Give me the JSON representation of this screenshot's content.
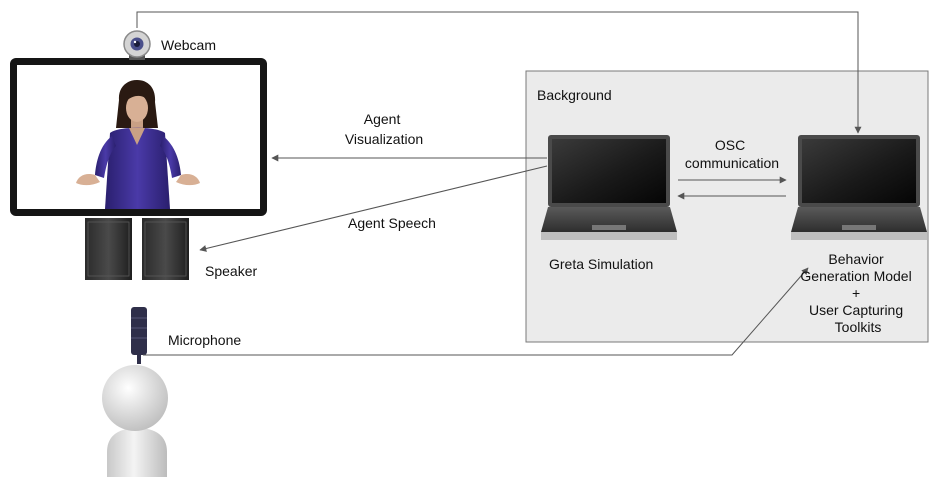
{
  "labels": {
    "webcam": "Webcam",
    "background": "Background",
    "agent_visualization": [
      "Agent",
      "Visualization"
    ],
    "osc_communication": [
      "OSC",
      "communication"
    ],
    "agent_speech": "Agent Speech",
    "speaker": "Speaker",
    "greta_simulation": "Greta Simulation",
    "behavior_generation": [
      "Behavior",
      "Generation Model",
      "+",
      "User Capturing",
      "Toolkits"
    ],
    "microphone": "Microphone"
  },
  "icons": {
    "webcam": "webcam-icon",
    "monitor": "monitor-icon",
    "agent": "virtual-agent-avatar",
    "speakers": "speaker-icon",
    "microphone": "microphone-icon",
    "user": "user-figure-icon",
    "laptop_greta": "laptop-icon",
    "laptop_behavior": "laptop-icon"
  },
  "colors": {
    "background_panel": "#ebebeb",
    "panel_border": "#7a7a7a",
    "arrow": "#555555",
    "agent_shirt": "#3a2a8a"
  }
}
